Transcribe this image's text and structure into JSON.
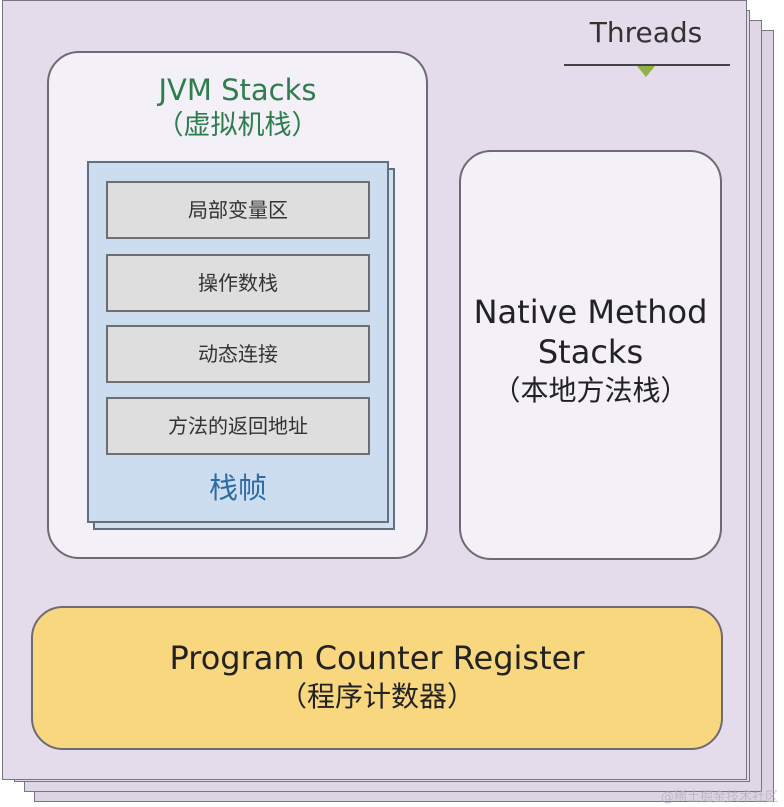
{
  "threads": {
    "label": "Threads",
    "arrow_color": "#8fb24a"
  },
  "jvm_stacks": {
    "title": "JVM Stacks",
    "subtitle": "（虚拟机栈）",
    "title_color": "#2e7d4f",
    "frame": {
      "label": "栈帧",
      "label_color": "#2e6da4",
      "slots": [
        "局部变量区",
        "操作数栈",
        "动态连接",
        "方法的返回地址"
      ]
    }
  },
  "native_method_stacks": {
    "title_line1": "Native Method",
    "title_line2": "Stacks",
    "subtitle": "（本地方法栈）"
  },
  "program_counter": {
    "title": "Program Counter Register",
    "subtitle": "（程序计数器）",
    "fill_color": "#f8d77f"
  },
  "watermark": "@稀土掘金技术社区"
}
